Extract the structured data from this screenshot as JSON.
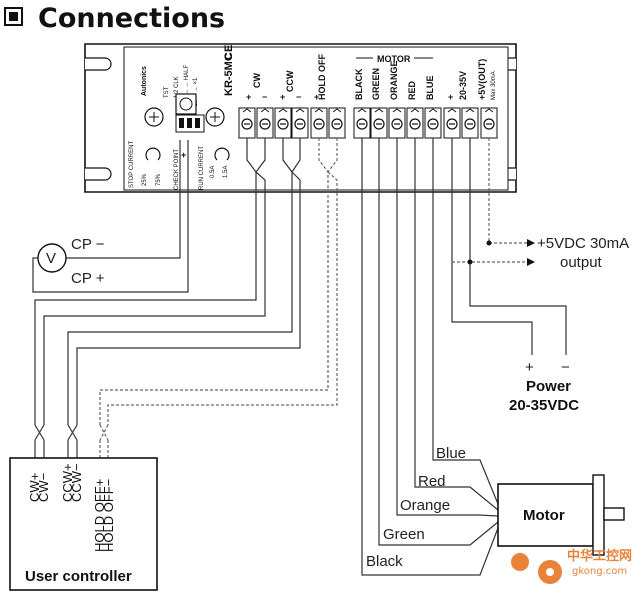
{
  "title": "Connections",
  "driver": {
    "brand": "Autonics",
    "model": "KR-5MC",
    "ce_mark": "CE",
    "labels": {
      "tst": "TST",
      "clk": "1/2  CLK",
      "full_half": "FULL ←→ HALF",
      "mult": "×10 ←→ ×1",
      "stop_current": "STOP CURRENT",
      "pct25": "25%",
      "pct75": "75%",
      "check_point": "CHECK POINT",
      "run_current": "RUN CURRENT",
      "a05": "0.5A",
      "a15": "1.5A",
      "plus": "+",
      "minus": "−"
    },
    "terminals": {
      "cw": "CW",
      "ccw": "CCW",
      "hold_off": "HOLD OFF",
      "black": "BLACK",
      "green": "GREEN",
      "orange": "ORANGE",
      "red": "RED",
      "blue": "BLUE",
      "vin": "20-35V",
      "vout": "+5V(OUT)",
      "vout_max": "Max 30mA",
      "motor_group": "MOTOR"
    }
  },
  "meter": {
    "symbol": "V",
    "cp_minus": "CP −",
    "cp_plus": "CP +"
  },
  "output_note": {
    "line1": "+5VDC 30mA",
    "line2": "output"
  },
  "power": {
    "plus": "+",
    "minus": "−",
    "line1": "Power",
    "line2": "20-35VDC"
  },
  "wires": {
    "blue": "Blue",
    "red": "Red",
    "orange": "Orange",
    "green": "Green",
    "black": "Black"
  },
  "motor": {
    "label": "Motor"
  },
  "user_controller": {
    "label": "User controller",
    "pins": [
      "CW+",
      "CW−",
      "CCW+",
      "CCW−",
      "HOLD OFF+",
      "HOLD OFF−"
    ]
  },
  "watermark": {
    "line1": "中华工控网",
    "line2": "gkong.com"
  },
  "colors": {
    "ink": "#111111",
    "wire": "#333333",
    "watermark": "#e8833a"
  }
}
